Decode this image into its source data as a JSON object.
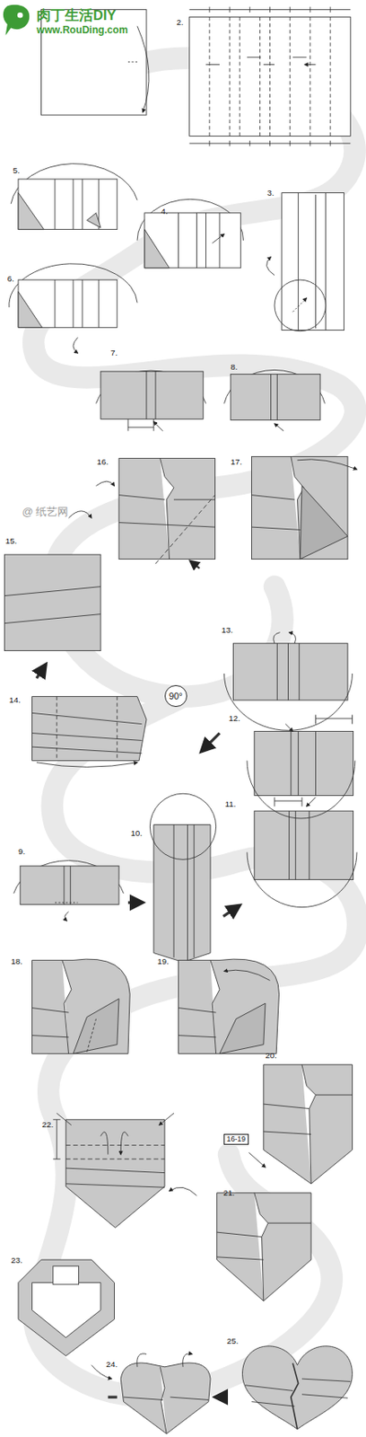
{
  "diagram": {
    "nodes": [
      {
        "text": [
          "90°"
        ]
      },
      {
        "text": [
          "16-19"
        ]
      }
    ],
    "labels": [
      "肉丁生活DIY",
      "www.RouDing.com",
      "2.",
      "5.",
      "4.",
      "3.",
      "6.",
      "7.",
      "8.",
      "@ 纸艺网",
      "16.",
      "17.",
      "15.",
      "13.",
      "14.",
      "12.",
      "9.",
      "10.",
      "11.",
      "18.",
      "19.",
      "20.",
      "22.",
      "21.",
      "23.",
      "24.",
      "25."
    ]
  }
}
